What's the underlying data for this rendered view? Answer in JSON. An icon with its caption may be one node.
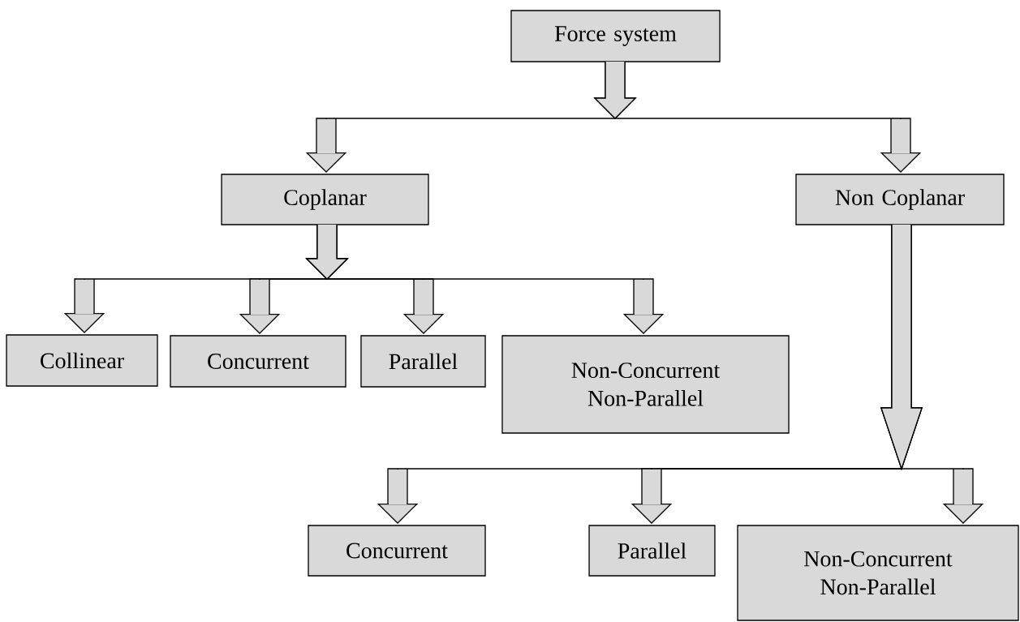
{
  "diagram": {
    "nodes": [
      {
        "text": [
          "Force system"
        ]
      },
      {
        "text": [
          "Coplanar"
        ]
      },
      {
        "text": [
          "Non Coplanar"
        ]
      },
      {
        "text": [
          "Collinear"
        ]
      },
      {
        "text": [
          "Concurrent"
        ]
      },
      {
        "text": [
          "Parallel"
        ]
      },
      {
        "text": [
          "Non-Concurrent Non-Parallel"
        ]
      },
      {
        "text": [
          "Concurrent"
        ]
      },
      {
        "text": [
          "Parallel"
        ]
      },
      {
        "text": [
          "Non-Concurrent Non-Parallel"
        ]
      }
    ],
    "edges": [
      {
        "from": 0,
        "to": 1,
        "arrow": "to"
      },
      {
        "from": 0,
        "to": 2,
        "arrow": "to"
      },
      {
        "from": 1,
        "to": 3,
        "arrow": "to"
      },
      {
        "from": 1,
        "to": 4,
        "arrow": "to"
      },
      {
        "from": 1,
        "to": 5,
        "arrow": "to"
      },
      {
        "from": 1,
        "to": 6,
        "arrow": "to"
      },
      {
        "from": 2,
        "to": 7,
        "arrow": "to"
      },
      {
        "from": 2,
        "to": 8,
        "arrow": "to"
      },
      {
        "from": 2,
        "to": 9,
        "arrow": "to"
      }
    ]
  }
}
